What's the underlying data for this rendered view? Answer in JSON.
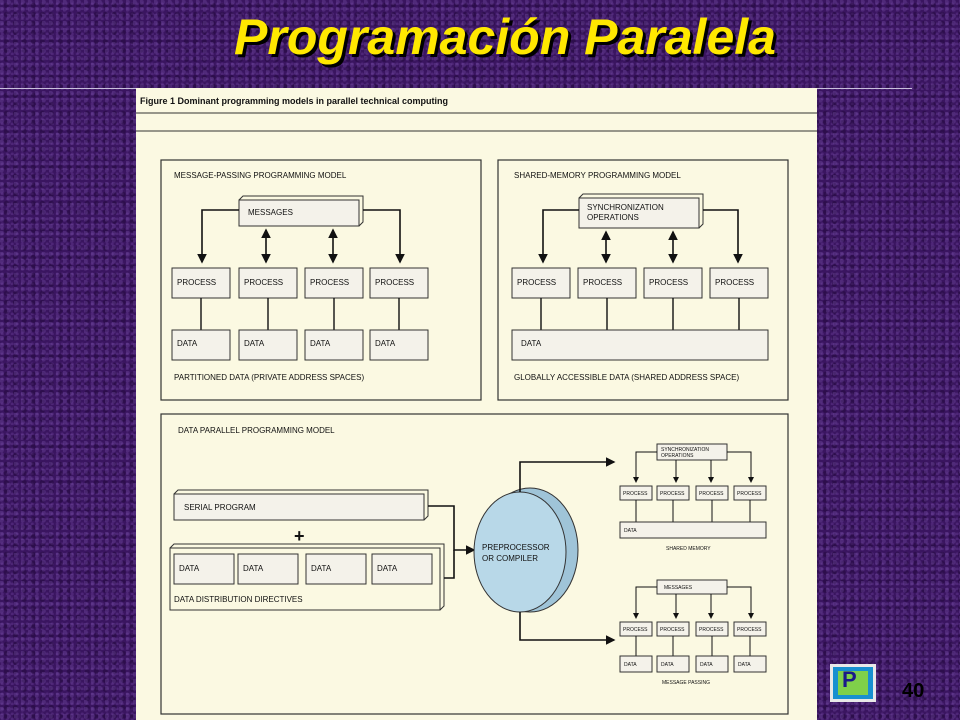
{
  "slide": {
    "title": "Programación Paralela",
    "page_number": "40"
  },
  "figure": {
    "caption": "Figure 1    Dominant programming models in parallel technical computing",
    "message_passing": {
      "heading": "MESSAGE-PASSING PROGRAMMING MODEL",
      "messages": "MESSAGES",
      "process": "PROCESS",
      "data": "DATA",
      "footer": "PARTITIONED DATA (PRIVATE ADDRESS SPACES)"
    },
    "shared_memory": {
      "heading": "SHARED-MEMORY PROGRAMMING MODEL",
      "sync_line1": "SYNCHRONIZATION",
      "sync_line2": "OPERATIONS",
      "process": "PROCESS",
      "data": "DATA",
      "footer": "GLOBALLY ACCESSIBLE DATA (SHARED ADDRESS SPACE)"
    },
    "data_parallel": {
      "heading": "DATA PARALLEL PROGRAMMING MODEL",
      "serial_program": "SERIAL PROGRAM",
      "plus": "+",
      "data": "DATA",
      "directives": "DATA DISTRIBUTION DIRECTIVES",
      "compiler_line1": "PREPROCESSOR",
      "compiler_line2": "OR COMPILER",
      "mini_shared": {
        "sync_line1": "SYNCHRONIZATION",
        "sync_line2": "OPERATIONS",
        "process": "PROCESS",
        "data": "DATA",
        "label": "SHARED MEMORY"
      },
      "mini_message": {
        "messages": "MESSAGES",
        "process": "PROCESS",
        "data": "DATA",
        "label": "MESSAGE PASSING"
      }
    }
  },
  "colors": {
    "background": "#3a1560",
    "title": "#ffe800",
    "figure_paper": "#fbf9e2",
    "compiler_fill": "#b8d8e8",
    "logo": "#1890d0"
  },
  "icons": {
    "logo": "pc-logo-icon"
  }
}
